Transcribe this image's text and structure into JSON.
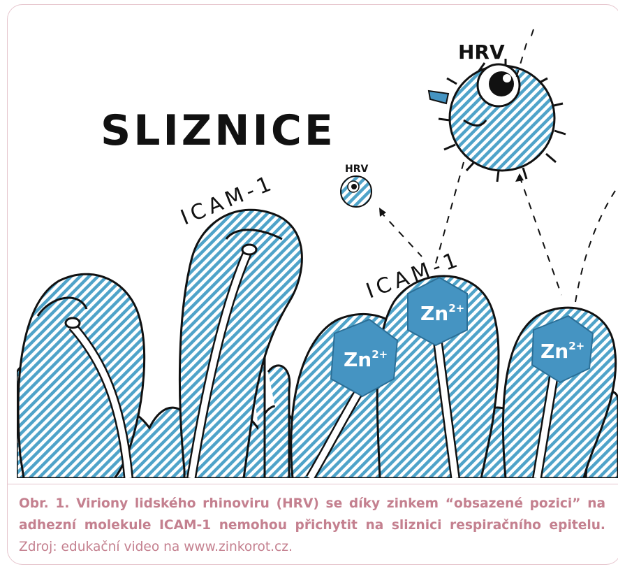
{
  "illustration": {
    "title": "SLIZNICE",
    "virus_large_label": "HRV",
    "virus_small_label": "HRV",
    "receptor_label_left": "ICAM-1",
    "receptor_label_right": "ICAM-1",
    "zinc_symbol": "Zn",
    "zinc_charge": "2+"
  },
  "caption": {
    "bold_text": "Obr. 1. Viriony lidského rhinoviru (HRV) se díky zinkem “obsazené pozici” na adhezní molekule ICAM-1 nemohou přichytit na sliznici respiračního epitelu.",
    "source_text": " Zdroj: edukační video na www.zinkorot.cz."
  },
  "colors": {
    "hatch_blue": "#4fa3c9",
    "zinc_blue": "#4594c2",
    "outline": "#111111",
    "caption": "#c4808f",
    "frame": "#e6c5cd"
  }
}
